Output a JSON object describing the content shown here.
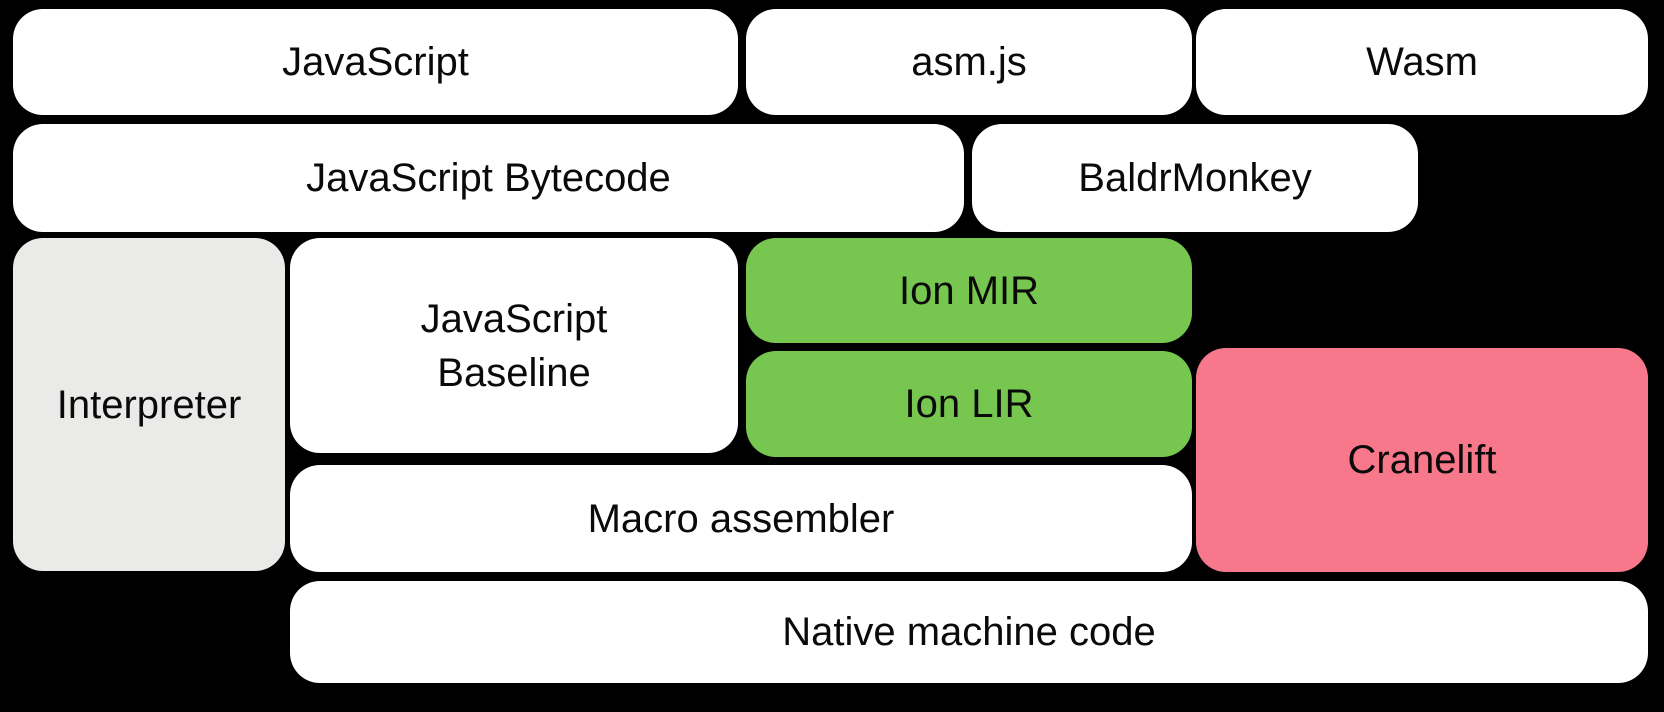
{
  "diagram": {
    "background": "#000000",
    "text_color": "#0a0a0a",
    "colors": {
      "default_box": "#ffffff",
      "interpreter_box": "#eaeae9",
      "ion_box": "#77c64f",
      "cranelift_box": "#f6788a"
    },
    "nodes": [
      {
        "id": "javascript",
        "label": "JavaScript",
        "color": "#ffffff"
      },
      {
        "id": "asmjs",
        "label": "asm.js",
        "color": "#ffffff"
      },
      {
        "id": "wasm",
        "label": "Wasm",
        "color": "#ffffff"
      },
      {
        "id": "javascript-bytecode",
        "label": "JavaScript Bytecode",
        "color": "#ffffff"
      },
      {
        "id": "baldrmonkey",
        "label": "BaldrMonkey",
        "color": "#ffffff"
      },
      {
        "id": "interpreter",
        "label": "Interpreter",
        "color": "#eaeae9"
      },
      {
        "id": "javascript-baseline",
        "label": "JavaScript\nBaseline",
        "color": "#ffffff"
      },
      {
        "id": "ion-mir",
        "label": "Ion MIR",
        "color": "#77c64f"
      },
      {
        "id": "ion-lir",
        "label": "Ion LIR",
        "color": "#77c64f"
      },
      {
        "id": "cranelift",
        "label": "Cranelift",
        "color": "#f6788a"
      },
      {
        "id": "macro-assembler",
        "label": "Macro assembler",
        "color": "#ffffff"
      },
      {
        "id": "native-machine-code",
        "label": "Native machine code",
        "color": "#ffffff"
      }
    ]
  }
}
